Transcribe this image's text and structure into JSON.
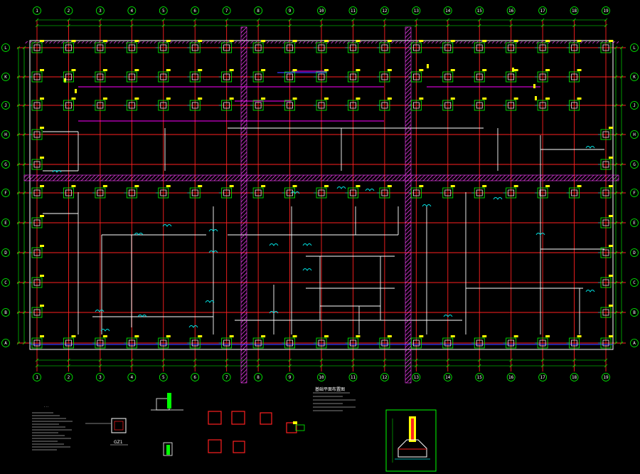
{
  "drawing": {
    "background": "#000000",
    "colors": {
      "grid": "#ff2020",
      "dim": "#00ff00",
      "column": "#ffffff",
      "footing": "#00ff00",
      "cut": "#ff40ff",
      "cloud": "#00e0e0",
      "note": "#ffff00",
      "beam": "#ff00ff",
      "blue": "#3a3aff"
    },
    "column_axes": [
      "1",
      "2",
      "3",
      "4",
      "5",
      "6",
      "7",
      "8",
      "9",
      "10",
      "11",
      "12",
      "13",
      "14",
      "15",
      "16",
      "17",
      "18",
      "19"
    ],
    "row_axes": [
      "L",
      "K",
      "J",
      "H",
      "G",
      "F",
      "E",
      "D",
      "C",
      "B",
      "A"
    ],
    "plan_title": "基础平面布置图",
    "detail_labels": [
      "GZ1"
    ]
  }
}
